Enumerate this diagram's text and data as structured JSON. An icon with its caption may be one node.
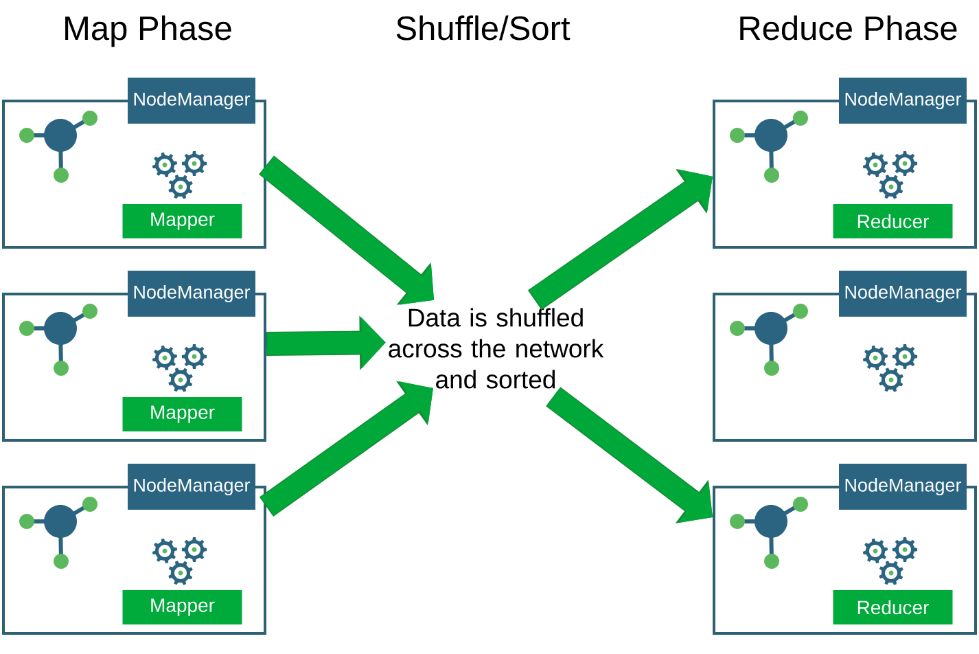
{
  "diagram": {
    "nodes": [
      {
        "text": [],
        "shape": "box"
      },
      {
        "text": [
          "NodeManager"
        ]
      },
      {
        "text": [
          "Mapper"
        ],
        "in": 0
      },
      {
        "text": [],
        "shape": "box"
      },
      {
        "text": [
          "NodeManager"
        ]
      },
      {
        "text": [
          "Mapper"
        ],
        "in": 3
      },
      {
        "text": [],
        "shape": "box"
      },
      {
        "text": [
          "NodeManager"
        ]
      },
      {
        "text": [
          "Mapper"
        ],
        "in": 6
      },
      {
        "text": [
          "Data is shuffled across the network and sorted"
        ]
      },
      {
        "text": [],
        "shape": "box"
      },
      {
        "text": [
          "NodeManager"
        ]
      },
      {
        "text": [
          "Reducer"
        ],
        "in": 10
      },
      {
        "text": [],
        "shape": "box"
      },
      {
        "text": [
          "NodeManager"
        ]
      },
      {
        "text": [],
        "shape": "box"
      },
      {
        "text": [
          "NodeManager"
        ]
      },
      {
        "text": [
          "Reducer"
        ],
        "in": 15
      }
    ],
    "edges": [
      {
        "from": 0,
        "to": 9,
        "arrow": "to"
      },
      {
        "from": 3,
        "to": 9,
        "arrow": "to"
      },
      {
        "from": 6,
        "to": 9,
        "arrow": "to"
      },
      {
        "from": 9,
        "to": 10,
        "arrow": "to"
      },
      {
        "from": 9,
        "to": 15,
        "arrow": "to"
      }
    ],
    "labels": [
      "Map Phase",
      "Shuffle/Sort",
      "Reduce Phase"
    ]
  }
}
